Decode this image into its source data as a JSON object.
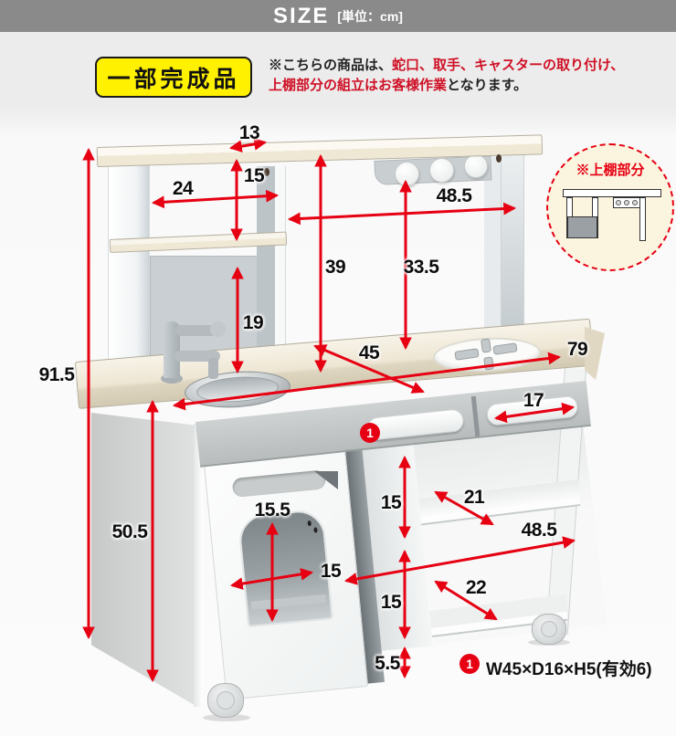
{
  "header": {
    "title": "SIZE",
    "unit_note": "[単位：cm]"
  },
  "badge": {
    "label": "一部完成品"
  },
  "notice": {
    "line1_black": "※こちらの商品は、",
    "line1_red": "蛇口、取手、キャスターの取り付け、",
    "line2_red": "上棚部分の組立はお客様作業",
    "line2_black": "となります。"
  },
  "inset": {
    "label": "※上棚部分"
  },
  "dims": {
    "top_depth": "13",
    "top_shelf_h": "15",
    "left_shelf_w": "24",
    "upper_inner_w": "48.5",
    "upper_h": "39",
    "hook_h": "33.5",
    "mid_shelf_h": "19",
    "counter_depth": "45",
    "counter_w": "79",
    "total_h": "91.5",
    "handle_w": "17",
    "cabinet_h": "50.5",
    "oven_window_h": "15.5",
    "oven_window_w": "15",
    "shelf_space_1": "15",
    "shelf_depth_1": "21",
    "shelf_inner_w": "48.5",
    "shelf_space_2": "15",
    "shelf_depth_2": "22",
    "caster_clearance": "5.5"
  },
  "footnote": {
    "marker": "1",
    "text": "W45×D16×H5(有効6)"
  },
  "colors": {
    "accent_red": "#e60012",
    "badge_yellow": "#fff100",
    "header_gray": "#8a8a8a",
    "wood": "#efe8d5",
    "wood_dark": "#d9d1ba"
  }
}
